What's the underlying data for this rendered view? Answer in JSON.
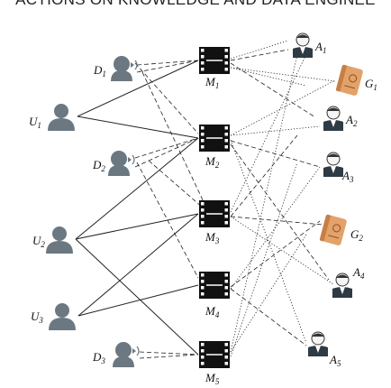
{
  "header_text": "ACTIONS ON KNOWLEDGE AND DATA ENGINEE",
  "nodes": {
    "users": [
      {
        "label": "U",
        "sub": "1"
      },
      {
        "label": "U",
        "sub": "2"
      },
      {
        "label": "U",
        "sub": "3"
      }
    ],
    "devices": [
      {
        "label": "D",
        "sub": "1"
      },
      {
        "label": "D",
        "sub": "2"
      },
      {
        "label": "D",
        "sub": "3"
      }
    ],
    "models": [
      {
        "label": "M",
        "sub": "1"
      },
      {
        "label": "M",
        "sub": "2"
      },
      {
        "label": "M",
        "sub": "3"
      },
      {
        "label": "M",
        "sub": "4"
      },
      {
        "label": "M",
        "sub": "5"
      }
    ],
    "agents": [
      {
        "label": "A",
        "sub": "1"
      },
      {
        "label": "A",
        "sub": "2"
      },
      {
        "label": "A",
        "sub": "3"
      },
      {
        "label": "A",
        "sub": "4"
      },
      {
        "label": "A",
        "sub": "5"
      }
    ],
    "guides": [
      {
        "label": "G",
        "sub": "1"
      },
      {
        "label": "G",
        "sub": "2"
      }
    ]
  },
  "colors": {
    "person": "#6b7882",
    "film": "#111111",
    "agent_suit": "#2e3a44",
    "guide_book": "#e3a26a",
    "line": "#222222"
  },
  "icons": {
    "user": "user-icon",
    "device": "speaking-head-icon",
    "model": "film-strip-icon",
    "agent": "agent-icon",
    "guide": "guidebook-icon"
  }
}
